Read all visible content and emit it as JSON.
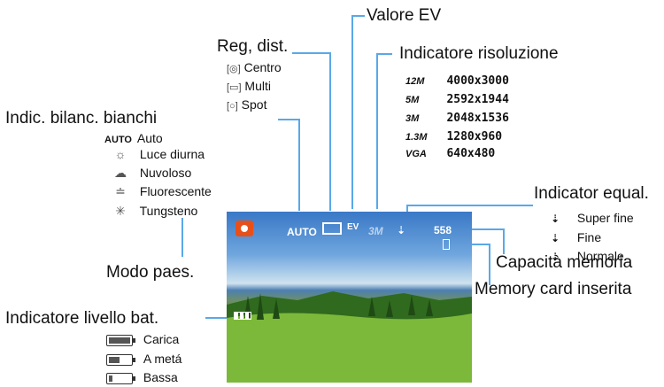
{
  "callouts": {
    "ev": "Valore EV",
    "metering": "Reg, dist.",
    "resolution": "Indicatore risoluzione",
    "white_balance": "Indic. bilanc. bianchi",
    "quality": "Indicator equal.",
    "memory_capacity": "Capacità memoria",
    "memory_card": "Memory card inserita",
    "scene_mode": "Modo paes.",
    "battery": "Indicatore livello bat."
  },
  "metering_items": [
    {
      "icon": "center-metering-icon",
      "symbol": "[◎]",
      "label": "Centro"
    },
    {
      "icon": "multi-metering-icon",
      "symbol": "[▭]",
      "label": "Multi"
    },
    {
      "icon": "spot-metering-icon",
      "symbol": "[○]",
      "label": "Spot"
    }
  ],
  "white_balance_items": [
    {
      "icon": "auto-wb-icon",
      "symbol": "AUTO",
      "label": "Auto"
    },
    {
      "icon": "daylight-icon",
      "symbol": "☼",
      "label": "Luce diurna"
    },
    {
      "icon": "cloudy-icon",
      "symbol": "☁",
      "label": "Nuvoloso"
    },
    {
      "icon": "fluorescent-icon",
      "symbol": "≐",
      "label": "Fluorescente"
    },
    {
      "icon": "tungsten-icon",
      "symbol": "✳",
      "label": "Tungsteno"
    }
  ],
  "resolution_items": [
    {
      "symbol": "12M",
      "label": "4000x3000"
    },
    {
      "symbol": "5M",
      "label": "2592x1944"
    },
    {
      "symbol": "3M",
      "label": "2048x1536"
    },
    {
      "symbol": "1.3M",
      "label": "1280x960"
    },
    {
      "symbol": "VGA",
      "label": "640x480"
    }
  ],
  "quality_items": [
    {
      "icon": "super-fine-icon",
      "label": "Super fine"
    },
    {
      "icon": "fine-icon",
      "label": "Fine"
    },
    {
      "icon": "normal-icon",
      "label": "Normale"
    }
  ],
  "battery_items": [
    {
      "icon": "battery-full-icon",
      "label": "Carica",
      "level": 1.0
    },
    {
      "icon": "battery-half-icon",
      "label": "A metá",
      "level": 0.5
    },
    {
      "icon": "battery-low-icon",
      "label": "Bassa",
      "level": 0.15
    }
  ],
  "screen": {
    "wb": "AUTO",
    "ev": "EV",
    "res": "3M",
    "shots": "558"
  },
  "colors": {
    "line": "#5aa8e8",
    "camera_icon": "#e8501a"
  }
}
